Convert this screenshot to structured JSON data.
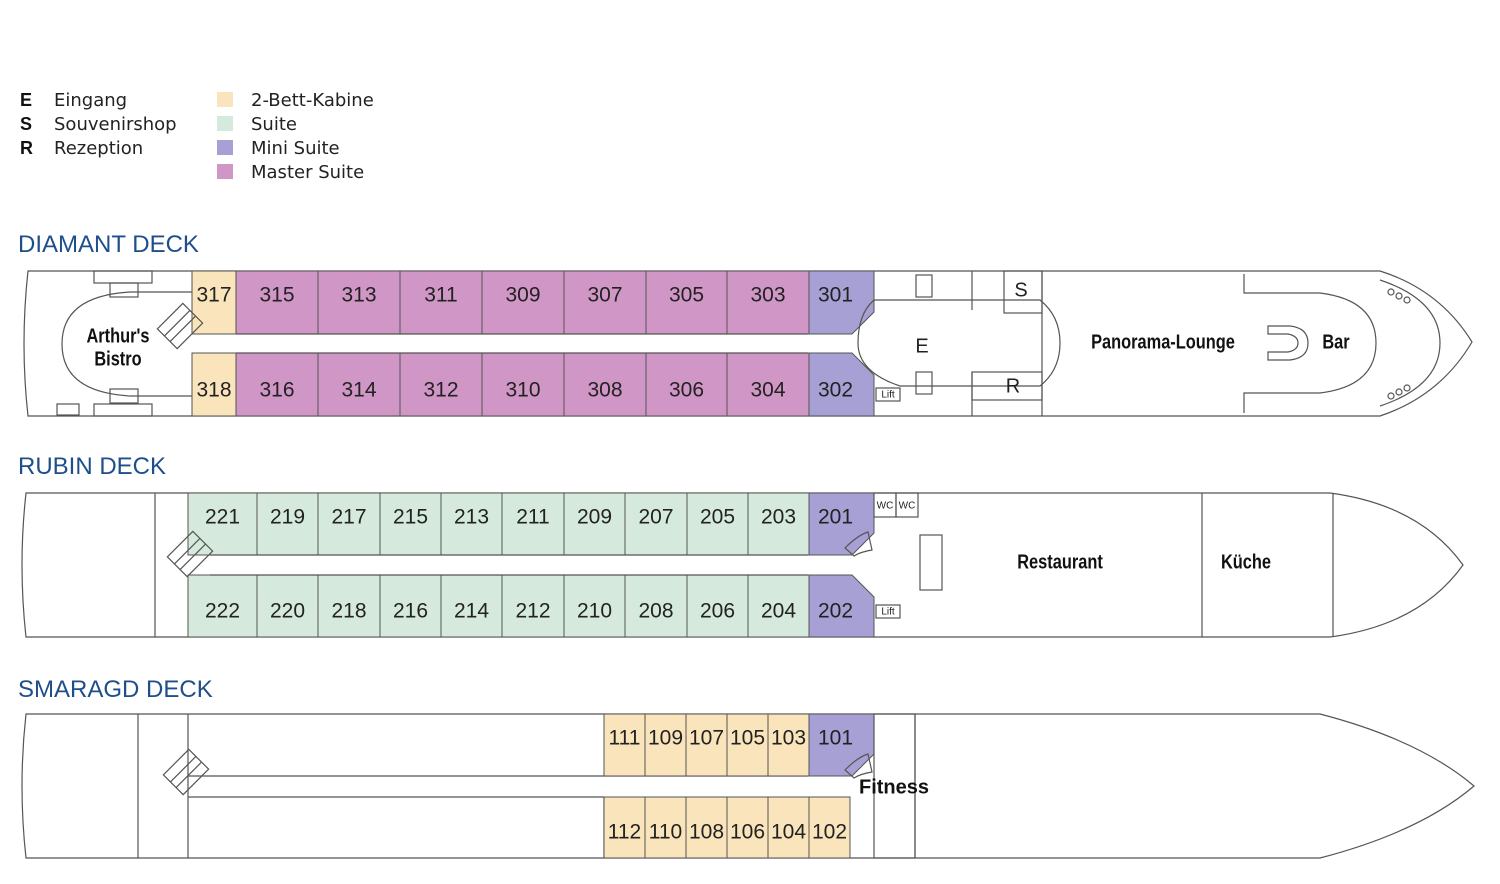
{
  "legend": {
    "facilities": [
      {
        "key": "E",
        "label": "Eingang"
      },
      {
        "key": "S",
        "label": "Souvenirshop"
      },
      {
        "key": "R",
        "label": "Rezeption"
      }
    ],
    "cabin_types": [
      {
        "label": "2-Bett-Kabine",
        "color": "#f9e4bb"
      },
      {
        "label": "Suite",
        "color": "#d5eadc"
      },
      {
        "label": "Mini Suite",
        "color": "#a6a0d4"
      },
      {
        "label": "Master Suite",
        "color": "#cf96c6"
      }
    ]
  },
  "decks": [
    {
      "title": "DIAMANT DECK",
      "cabins_top": [
        {
          "n": "317",
          "t": 0
        },
        {
          "n": "315",
          "t": 3
        },
        {
          "n": "313",
          "t": 3
        },
        {
          "n": "311",
          "t": 3
        },
        {
          "n": "309",
          "t": 3
        },
        {
          "n": "307",
          "t": 3
        },
        {
          "n": "305",
          "t": 3
        },
        {
          "n": "303",
          "t": 3
        },
        {
          "n": "301",
          "t": 2
        }
      ],
      "cabins_bottom": [
        {
          "n": "318",
          "t": 0
        },
        {
          "n": "316",
          "t": 3
        },
        {
          "n": "314",
          "t": 3
        },
        {
          "n": "312",
          "t": 3
        },
        {
          "n": "310",
          "t": 3
        },
        {
          "n": "308",
          "t": 3
        },
        {
          "n": "306",
          "t": 3
        },
        {
          "n": "304",
          "t": 3
        },
        {
          "n": "302",
          "t": 2
        }
      ],
      "areas": {
        "bistro_line1": "Arthur's",
        "bistro_line2": "Bistro",
        "entrance": "E",
        "shop": "S",
        "reception": "R",
        "lift": "Lift",
        "lounge": "Panorama-Lounge",
        "bar": "Bar"
      }
    },
    {
      "title": "RUBIN DECK",
      "cabins_top": [
        {
          "n": "221",
          "t": 1
        },
        {
          "n": "219",
          "t": 1
        },
        {
          "n": "217",
          "t": 1
        },
        {
          "n": "215",
          "t": 1
        },
        {
          "n": "213",
          "t": 1
        },
        {
          "n": "211",
          "t": 1
        },
        {
          "n": "209",
          "t": 1
        },
        {
          "n": "207",
          "t": 1
        },
        {
          "n": "205",
          "t": 1
        },
        {
          "n": "203",
          "t": 1
        },
        {
          "n": "201",
          "t": 2
        }
      ],
      "cabins_bottom": [
        {
          "n": "222",
          "t": 1
        },
        {
          "n": "220",
          "t": 1
        },
        {
          "n": "218",
          "t": 1
        },
        {
          "n": "216",
          "t": 1
        },
        {
          "n": "214",
          "t": 1
        },
        {
          "n": "212",
          "t": 1
        },
        {
          "n": "210",
          "t": 1
        },
        {
          "n": "208",
          "t": 1
        },
        {
          "n": "206",
          "t": 1
        },
        {
          "n": "204",
          "t": 1
        },
        {
          "n": "202",
          "t": 2
        }
      ],
      "areas": {
        "wc1": "WC",
        "wc2": "WC",
        "lift": "Lift",
        "restaurant": "Restaurant",
        "kitchen": "Küche"
      }
    },
    {
      "title": "SMARAGD DECK",
      "cabins_top": [
        {
          "n": "111",
          "t": 0
        },
        {
          "n": "109",
          "t": 0
        },
        {
          "n": "107",
          "t": 0
        },
        {
          "n": "105",
          "t": 0
        },
        {
          "n": "103",
          "t": 0
        },
        {
          "n": "101",
          "t": 2
        }
      ],
      "cabins_bottom": [
        {
          "n": "112",
          "t": 0
        },
        {
          "n": "110",
          "t": 0
        },
        {
          "n": "108",
          "t": 0
        },
        {
          "n": "106",
          "t": 0
        },
        {
          "n": "104",
          "t": 0
        },
        {
          "n": "102",
          "t": 0
        }
      ],
      "areas": {
        "fitness": "Fitness"
      }
    }
  ]
}
